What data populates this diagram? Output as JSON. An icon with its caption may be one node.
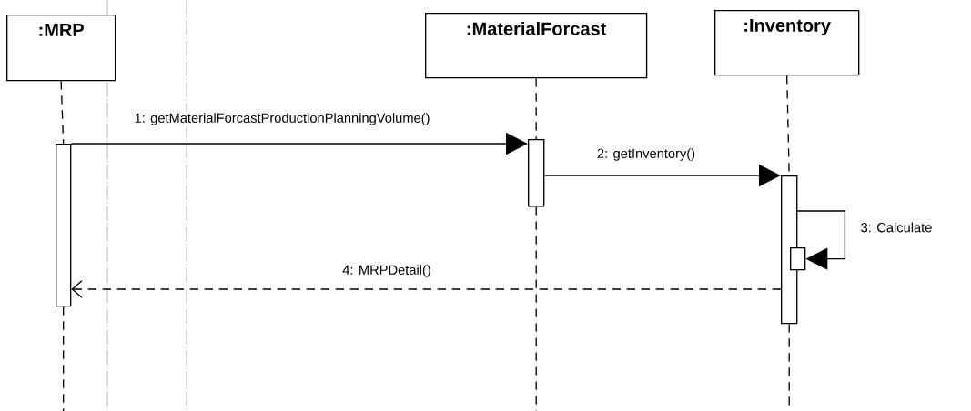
{
  "diagram": {
    "nodes": [
      {
        "text": [
          ":MRP"
        ]
      },
      {
        "text": [
          ":MaterialForcast"
        ]
      },
      {
        "text": [
          ":Inventory"
        ]
      },
      {
        "text": [],
        "shape": "bar"
      },
      {
        "text": [],
        "shape": "bar"
      },
      {
        "text": [],
        "shape": "bar"
      },
      {
        "text": [],
        "shape": "bar"
      }
    ],
    "edges": [
      {
        "from": 3,
        "to": 4,
        "arrow": "to",
        "label": "1: getMaterialForcastProductionPlanningVolume()"
      },
      {
        "from": 4,
        "to": 5,
        "arrow": "to",
        "label": "2: getInventory()"
      },
      {
        "from": 5,
        "to": 6,
        "arrow": "to",
        "label": "3: Calculate"
      },
      {
        "from": 5,
        "to": 3,
        "arrow": "to",
        "label": "4: MRPDetail()",
        "style": "dashed"
      },
      {
        "from": 0,
        "to": 3,
        "arrow": "none",
        "style": "dashed"
      },
      {
        "from": 1,
        "to": 4,
        "arrow": "none",
        "style": "dashed"
      },
      {
        "from": 2,
        "to": 5,
        "arrow": "none",
        "style": "dashed"
      }
    ]
  }
}
